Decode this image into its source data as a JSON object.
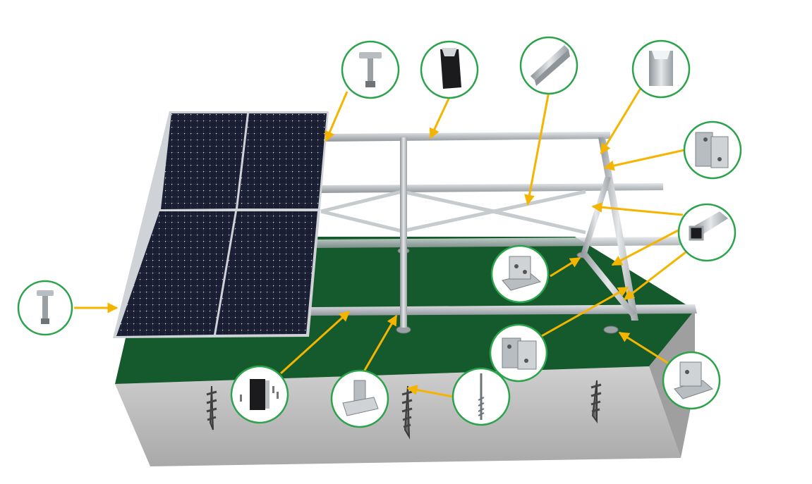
{
  "palette": {
    "ground_top": "#155a2c",
    "ground_front": "#c9c9c9",
    "ground_side": "#9c9c9c",
    "panel": "#16192b",
    "panel_frame": "#cfd2d6",
    "rail": "#bfc4c8",
    "rail_shadow": "#8e9498",
    "callout_border": "#2aa34a",
    "arrow": "#f5b400"
  },
  "callouts": [
    {
      "name": "end-clamp-callout-left",
      "part": "end-clamp-icon"
    },
    {
      "name": "mid-clamp-callout-top",
      "part": "mid-clamp-icon"
    },
    {
      "name": "rail-profile-callout",
      "part": "rail-profile-icon"
    },
    {
      "name": "c-channel-brace-callout",
      "part": "c-channel-icon"
    },
    {
      "name": "rail-end-cap-callout",
      "part": "rail-cap-icon"
    },
    {
      "name": "rail-connector-callout",
      "part": "rail-connector-icon"
    },
    {
      "name": "square-tube-callout",
      "part": "square-tube-icon"
    },
    {
      "name": "base-bracket-callout-mid",
      "part": "base-bracket-icon"
    },
    {
      "name": "joint-connector-callout",
      "part": "joint-connector-icon"
    },
    {
      "name": "base-bracket-callout-right",
      "part": "base-bracket-icon"
    },
    {
      "name": "splice-kit-callout",
      "part": "splice-kit-icon"
    },
    {
      "name": "rail-clamp-callout",
      "part": "rail-clamp-icon"
    },
    {
      "name": "ground-screw-callout",
      "part": "ground-screw-icon"
    }
  ]
}
